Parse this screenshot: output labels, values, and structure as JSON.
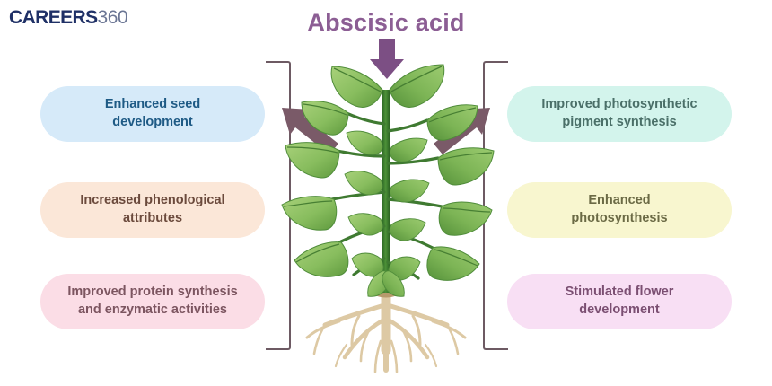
{
  "logo": {
    "primary": "CAREERS",
    "secondary": "360",
    "primary_color": "#1f3066",
    "secondary_color": "#6b7694"
  },
  "header": {
    "title": "Abscisic acid",
    "title_color": "#8c5e94"
  },
  "diagram": {
    "center_subject": "plant",
    "bracket_color": "#6d5a63",
    "arrows": [
      {
        "name": "arrow-down-to-plant",
        "direction": "down",
        "color": "#7c4f84"
      },
      {
        "name": "arrow-up-left",
        "direction": "up-left",
        "color": "#7a5a68"
      },
      {
        "name": "arrow-up-right",
        "direction": "up-right",
        "color": "#7a5a68"
      }
    ],
    "plant": {
      "leaf_color": "#8fc267",
      "leaf_dark": "#4f8c3a",
      "stem_color": "#3f7a31",
      "root_color": "#e2cfae"
    },
    "left_effects": [
      {
        "label": "Enhanced seed\ndevelopment",
        "line1": "Enhanced seed",
        "line2": "development",
        "bg": "#d6eaf9",
        "fg": "#1e5a85"
      },
      {
        "label": "Increased phenological\nattributes",
        "line1": "Increased phenological",
        "line2": "attributes",
        "bg": "#fbe7d8",
        "fg": "#6b4a3c"
      },
      {
        "label": "Improved protein synthesis\nand enzymatic activities",
        "line1": "Improved protein synthesis",
        "line2": "and enzymatic activities",
        "bg": "#fbdde6",
        "fg": "#7c5560"
      }
    ],
    "right_effects": [
      {
        "label": "Improved photosynthetic\npigment synthesis",
        "line1": "Improved photosynthetic",
        "line2": "pigment synthesis",
        "bg": "#d3f4ec",
        "fg": "#4a6f68"
      },
      {
        "label": "Enhanced\nphotosynthesis",
        "line1": "Enhanced",
        "line2": "photosynthesis",
        "bg": "#f8f6cf",
        "fg": "#6b6a45"
      },
      {
        "label": "Stimulated flower\ndevelopment",
        "line1": "Stimulated flower",
        "line2": "development",
        "bg": "#f8dff4",
        "fg": "#7b4f72"
      }
    ]
  }
}
